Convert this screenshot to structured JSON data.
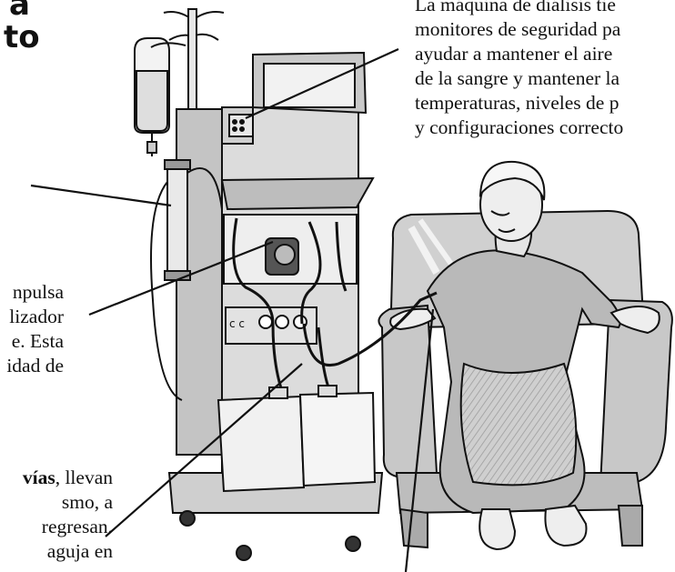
{
  "heading": {
    "line1": "a",
    "line2": "to"
  },
  "top_caption": {
    "lines": [
      "La máquina de diálisis tie",
      "monitores de seguridad pa",
      "ayudar a mantener el aire",
      "de la sangre y mantener la",
      "temperaturas, niveles de p",
      "y configuraciones correcto"
    ]
  },
  "pump_caption": {
    "lines": [
      "npulsa",
      "lizador",
      "e. Esta",
      "idad de"
    ]
  },
  "lines_caption": {
    "line1_bold": "vías",
    "line1_rest": ", llevan",
    "lines": [
      "smo, a",
      "regresan.",
      "aguja en"
    ]
  },
  "colors": {
    "ink": "#111111",
    "panel": "#d9d9d9",
    "shade": "#a9a9a9",
    "bag_liquid": "#e8e8e8"
  }
}
